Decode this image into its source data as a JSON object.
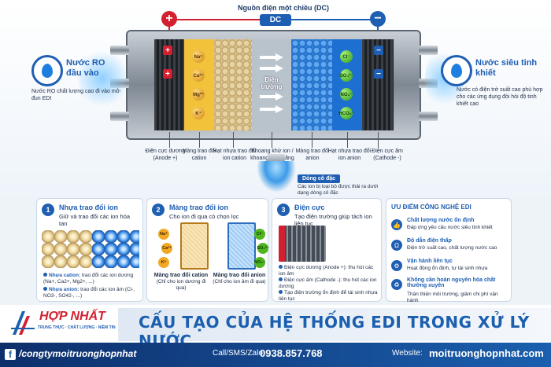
{
  "power": {
    "title": "Nguồn điện một chiều (DC)",
    "dc": "DC",
    "plus": "+",
    "minus": "−"
  },
  "inlet": {
    "title": "Nước RO đầu vào",
    "desc": "Nước RO chất lượng cao đi vào mô-đun EDI"
  },
  "outlet": {
    "title": "Nước siêu tinh khiết",
    "desc": "Nước có điện trở suất cao phù hợp cho các ứng dụng đòi hỏi độ tinh khiết cao"
  },
  "field_label": "Điện trường",
  "ions": {
    "cations": [
      "Na⁺",
      "Ca²⁺",
      "Mg²⁺",
      "K⁺"
    ],
    "anions": [
      "Cl⁻",
      "SO₄²⁻",
      "NO₃⁻",
      "HCO₃⁻"
    ]
  },
  "labels": [
    {
      "text": "Điện cực dương",
      "sub": "(Anode +)"
    },
    {
      "text": "Màng trao đổi",
      "sub": "cation"
    },
    {
      "text": "Hạt nhựa trao đổi",
      "sub": "ion cation"
    },
    {
      "text": "Khoang khử ion /",
      "sub": "khoang pha loãng"
    },
    {
      "text": "Màng trao đổi",
      "sub": "anion"
    },
    {
      "text": "Hạt nhựa trao đổi",
      "sub": "ion anion"
    },
    {
      "text": "Điện cực âm",
      "sub": "(Cathode -)"
    }
  ],
  "concentrate": {
    "title": "Dòng cô đặc",
    "desc": "Các ion bị loại bỏ được thải ra dưới dạng dòng cô đặc"
  },
  "panel1": {
    "num": "1",
    "title": "Nhựa trao đổi ion",
    "desc": "Giữ và trao đổi các ion hòa tan",
    "b1_label": "Nhựa cation:",
    "b1_text": "trao đổi các ion dương (Na+, Ca2+, Mg2+, ...)",
    "b2_label": "Nhựa anion:",
    "b2_text": "trao đổi các ion âm (Cl-, NO3-, SO42-, ...)"
  },
  "panel2": {
    "num": "2",
    "title": "Màng trao đổi ion",
    "desc": "Cho ion đi qua có chọn lọc",
    "cat_title": "Màng trao đổi cation",
    "cat_desc": "(Chỉ cho ion dương đi qua)",
    "an_title": "Màng trao đổi anion",
    "an_desc": "(Chỉ cho ion âm đi qua)",
    "ions_left": [
      "Na⁺",
      "Ca²⁺",
      "K⁺"
    ],
    "ions_right": [
      "Cl⁻",
      "SO₄²⁻",
      "NO₃⁻"
    ]
  },
  "panel3": {
    "num": "3",
    "title": "Điện cực",
    "desc": "Tạo điện trường giúp tách ion liên tục",
    "b1": "Điện cực dương (Anode +): thu hút các ion âm",
    "b2": "Điện cực âm (Cathode -): thu hút các ion dương",
    "b3": "Tạo điện trường ổn định để tái sinh nhựa liên tục"
  },
  "panel4": {
    "title": "ƯU ĐIỂM CÔNG NGHỆ EDI",
    "items": [
      {
        "icon": "👍",
        "title": "Chất lượng nước ổn định",
        "desc": "Đáp ứng yêu cầu nước siêu tinh khiết"
      },
      {
        "icon": "Ω",
        "title": "Độ dẫn điện thấp",
        "desc": "Điện trở suất cao, chất lượng nước cao"
      },
      {
        "icon": "⚙",
        "title": "Vận hành liên tục",
        "desc": "Hoạt động ổn định, tự tái sinh nhựa"
      },
      {
        "icon": "♻",
        "title": "Không cần hoàn nguyên hóa chất thường xuyên",
        "desc": "Thân thiện môi trường, giảm chi phí vận hành"
      }
    ]
  },
  "brand": {
    "name": "HỢP NHẤT",
    "tagline": "TRUNG THỰC · CHẤT LƯỢNG · NIỀM TIN"
  },
  "banner": "CẤU TẠO CỦA HỆ THỐNG EDI TRONG XỬ LÝ NƯỚC",
  "footer": {
    "fb": "/congtymoitruonghopnhat",
    "call_label": "Call/SMS/Zalo:",
    "phone": "0938.857.768",
    "web_label": "Website:",
    "web": "moitruonghopnhat.com"
  },
  "colors": {
    "accent": "#1f5fb3",
    "positive": "#d32030",
    "cation_resin": "#d9c08a",
    "anion_resin": "#2f7fd6"
  }
}
